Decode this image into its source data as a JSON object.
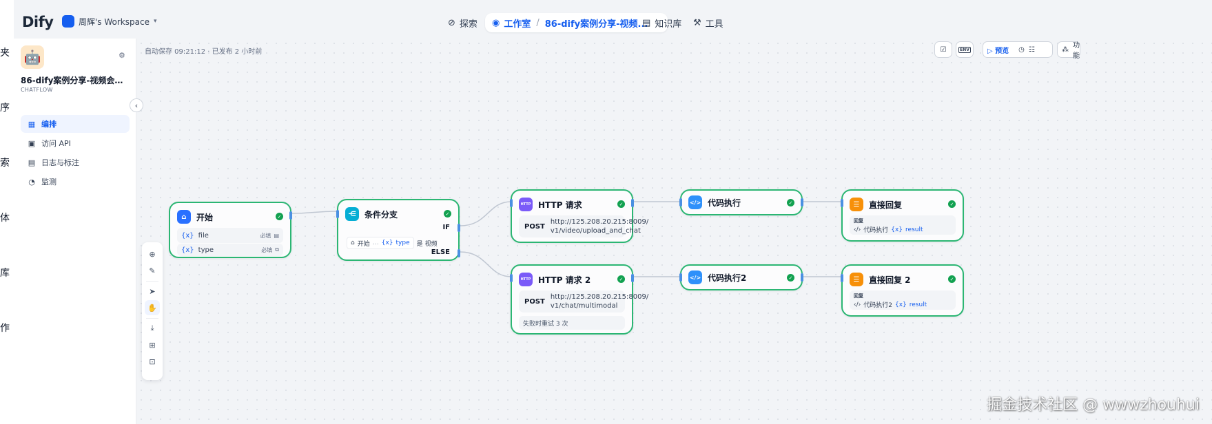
{
  "left_strip": [
    "夹",
    "序",
    "索",
    "体",
    "库",
    "作"
  ],
  "topbar": {
    "logo": "Dify",
    "workspace": "周辉's Workspace",
    "nav": [
      {
        "label": "探索",
        "icon": "compass-icon"
      },
      {
        "label": "工作室",
        "icon": "robot-icon",
        "app": "86-dify案例分享-视频..."
      },
      {
        "label": "知识库",
        "icon": "book-icon"
      },
      {
        "label": "工具",
        "icon": "hammer-icon"
      }
    ]
  },
  "sidebar": {
    "app_name": "86-dify案例分享-视频会议...",
    "app_mode": "CHATFLOW",
    "menu": [
      {
        "label": "编排",
        "active": true
      },
      {
        "label": "访问 API",
        "active": false
      },
      {
        "label": "日志与标注",
        "active": false
      },
      {
        "label": "监测",
        "active": false
      }
    ]
  },
  "canvas": {
    "autosave": "自动保存 09:21:12 · 已发布 2 小时前",
    "toolbar": {
      "env": "ENV",
      "preview": "预览",
      "features": "功能"
    }
  },
  "nodes": {
    "start": {
      "title": "开始",
      "vars": [
        {
          "name": "file",
          "required": "必填"
        },
        {
          "name": "type",
          "required": "必填"
        }
      ]
    },
    "ifelse": {
      "title": "条件分支",
      "if_label": "IF",
      "else_label": "ELSE",
      "cond_node": "开始",
      "cond_var": "type",
      "cond_op": "是",
      "cond_value": "视频"
    },
    "http1": {
      "title": "HTTP 请求",
      "method": "POST",
      "url1": "http://125.208.20.215:8009/",
      "url2": "v1/video/upload_and_chat"
    },
    "http2": {
      "title": "HTTP 请求 2",
      "method": "POST",
      "url1": "http://125.208.20.215:8009/",
      "url2": "v1/chat/multimodal",
      "retry": "失败时重试 3 次"
    },
    "code1": {
      "title": "代码执行"
    },
    "code2": {
      "title": "代码执行2"
    },
    "answer1": {
      "title": "直接回复",
      "label": "回复",
      "src": "代码执行",
      "var": "result"
    },
    "answer2": {
      "title": "直接回复 2",
      "label": "回复",
      "src": "代码执行2",
      "var": "result"
    }
  },
  "var_prefix": "{x}",
  "http_badge": "HTTP",
  "watermark": "掘金技术社区 @ wwwzhouhui",
  "colors": {
    "primary": "#155eef",
    "success": "#12a150",
    "node_border": "#2bb673",
    "http": "#7a5af8",
    "code": "#2e90fa",
    "answer": "#f79009",
    "ifelse": "#06aed4"
  }
}
